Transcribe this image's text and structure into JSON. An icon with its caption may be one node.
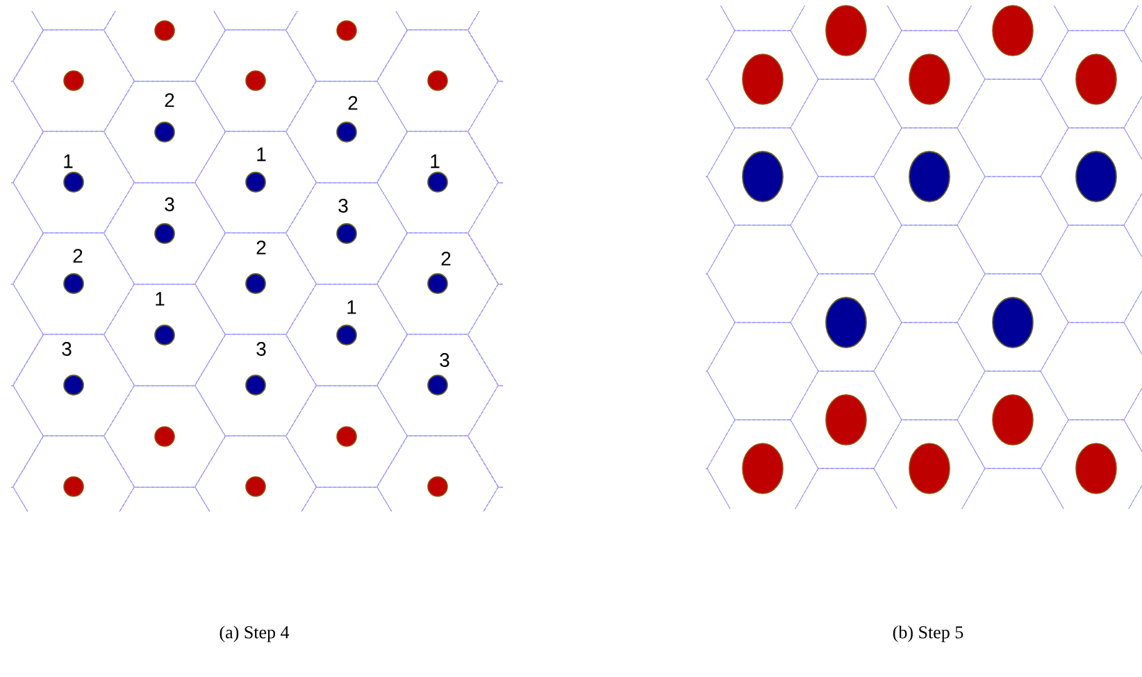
{
  "diagram": {
    "labels": [
      "2",
      "2",
      "1",
      "1",
      "1",
      "3",
      "3",
      "2",
      "2",
      "2",
      "1",
      "1",
      "3",
      "3",
      "3",
      "(a) Step 4",
      "(b) Step 5"
    ]
  }
}
